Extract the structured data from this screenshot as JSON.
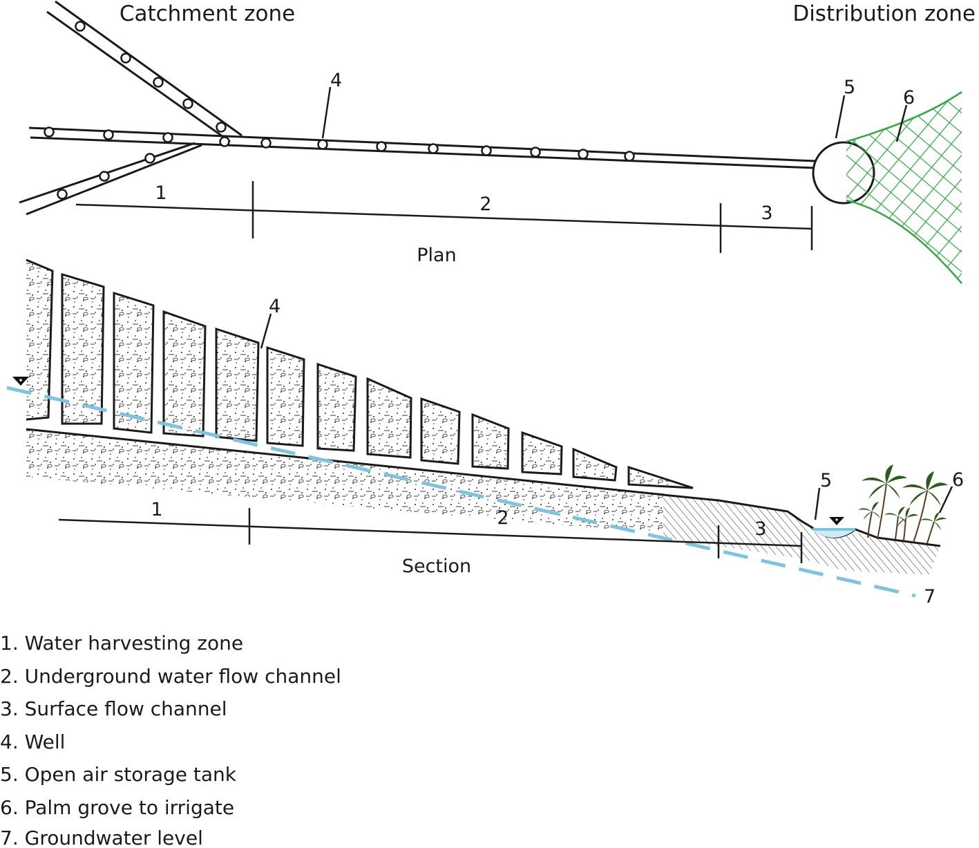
{
  "zones": {
    "catchment": "Catchment zone",
    "distribution": "Distribution zone"
  },
  "views": {
    "plan": "Plan",
    "section": "Section"
  },
  "callouts": {
    "plan": {
      "segment_1": "1",
      "segment_2": "2",
      "segment_3": "3",
      "well": "4",
      "tank": "5",
      "grove": "6"
    },
    "section": {
      "segment_1": "1",
      "segment_2": "2",
      "segment_3": "3",
      "well": "4",
      "tank": "5",
      "grove": "6",
      "groundwater": "7"
    }
  },
  "legend": [
    "1. Water harvesting zone",
    "2. Underground water flow channel",
    "3. Surface flow channel",
    "4. Well",
    "5. Open air storage tank",
    "6. Palm grove to irrigate",
    "7. Groundwater level"
  ],
  "colors": {
    "line": "#1a1a1a",
    "groundwater": "#7ec4e0",
    "grove": "#3aa84a",
    "palm": "#2f5a1e",
    "trunk": "#5a3a1a"
  },
  "icons": {
    "water_level": "inverted-triangle-icon"
  }
}
